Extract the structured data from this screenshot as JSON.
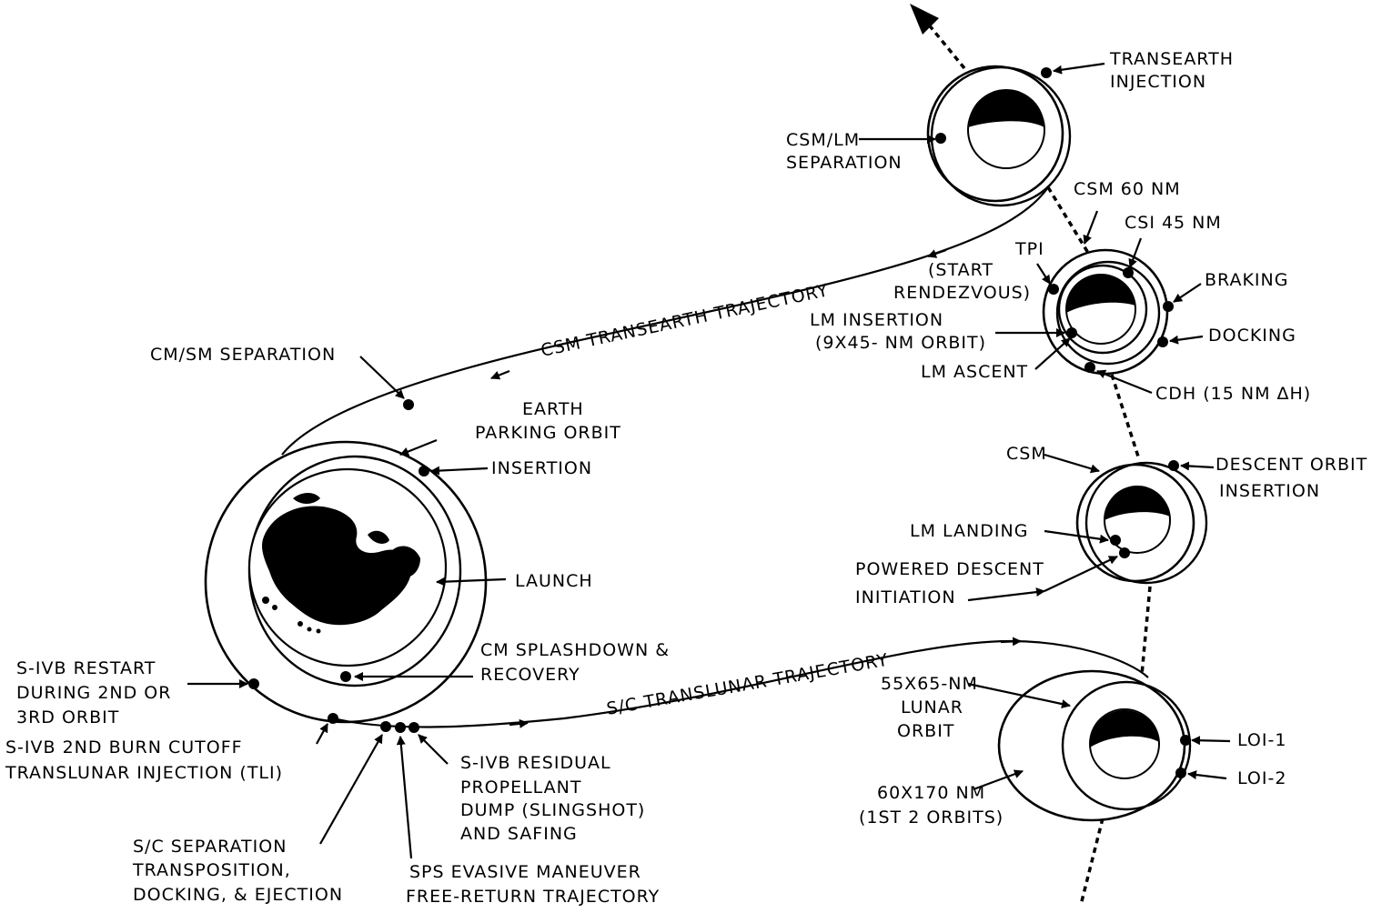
{
  "labels": {
    "transearth_injection": [
      "TRANSEARTH",
      "INJECTION"
    ],
    "csm_lm_separation": [
      "CSM/LM",
      "SEPARATION"
    ],
    "csm_60": "CSM 60 NM",
    "csi_45": "CSI 45 NM",
    "tpi": "TPI",
    "start_rendezvous": [
      "(START",
      "RENDEZVOUS)"
    ],
    "braking": "BRAKING",
    "lm_insertion": [
      "LM INSERTION",
      "(9X45- NM ORBIT)"
    ],
    "docking": "DOCKING",
    "lm_ascent": "LM ASCENT",
    "cdh": "CDH (15 NM ΔH)",
    "csm_transearth_trajectory": "CSM TRANSEARTH TRAJECTORY",
    "cm_sm_separation": "CM/SM SEPARATION",
    "earth_parking_orbit": [
      "EARTH",
      "PARKING ORBIT"
    ],
    "insertion": "INSERTION",
    "csm": "CSM",
    "descent_orbit_insertion": [
      "DESCENT ORBIT",
      "INSERTION"
    ],
    "lm_landing": "LM LANDING",
    "powered_descent": [
      "POWERED DESCENT",
      "INITIATION"
    ],
    "launch": "LAUNCH",
    "cm_splashdown": [
      "CM SPLASHDOWN &",
      "RECOVERY"
    ],
    "translunar_trajectory": "S/C TRANSLUNAR TRAJECTORY",
    "sivb_restart": [
      "S-IVB RESTART",
      "DURING 2ND OR",
      "3RD ORBIT"
    ],
    "lunar_orbit": [
      "55X65-NM",
      "LUNAR",
      "ORBIT"
    ],
    "sivb_cutoff": [
      "S-IVB 2ND BURN CUTOFF",
      "TRANSLUNAR INJECTION (TLI)"
    ],
    "loi1": "LOI-1",
    "loi2": "LOI-2",
    "sivb_residual": [
      "S-IVB RESIDUAL",
      "PROPELLANT",
      "DUMP (SLINGSHOT)",
      "AND SAFING"
    ],
    "initial_orbit": [
      "60X170 NM",
      "(1ST  2  ORBITS)"
    ],
    "sc_separation": [
      "S/C SEPARATION",
      "TRANSPOSITION,",
      "DOCKING, & EJECTION"
    ],
    "sps_evasive": [
      "SPS EVASIVE MANEUVER",
      "FREE-RETURN TRAJECTORY"
    ]
  }
}
